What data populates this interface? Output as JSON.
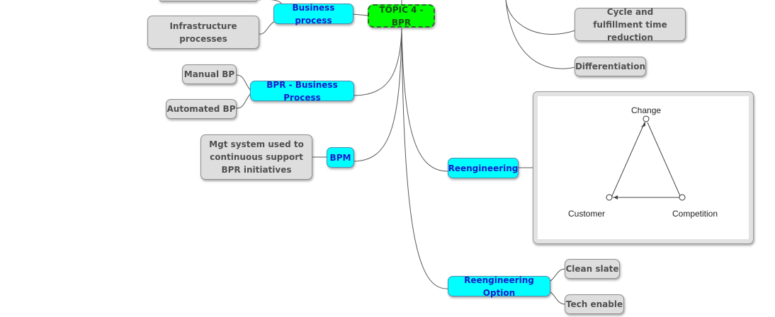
{
  "root": {
    "label": "TOPIC 4 - BPR"
  },
  "left_branches": {
    "business_process": {
      "label": "Business process",
      "children": [
        "Infrastructure processes"
      ]
    },
    "bpr_business_process": {
      "label": "BPR - Business Process",
      "children": [
        "Manual BP",
        "Automated BP"
      ]
    },
    "bpm": {
      "label": "BPM",
      "children": [
        "Mgt system used to continuous support BPR initiatives"
      ]
    }
  },
  "right_branches": {
    "cycle": {
      "label": "Cycle and fulfillment time reduction"
    },
    "differentiation": {
      "label": "Differentiation"
    },
    "reengineering": {
      "label": "Reengineering",
      "triangle": {
        "top": "Change",
        "left": "Customer",
        "right": "Competition"
      }
    },
    "reengineering_option": {
      "label": "Reengineering Option",
      "children": [
        "Clean slate",
        "Tech enable"
      ]
    }
  },
  "colors": {
    "root_fill": "#00ff00",
    "branch_fill": "#00ffff",
    "branch_text": "#1a1acc",
    "leaf_fill": "#dedede",
    "leaf_text": "#505050",
    "connector": "#555555"
  }
}
